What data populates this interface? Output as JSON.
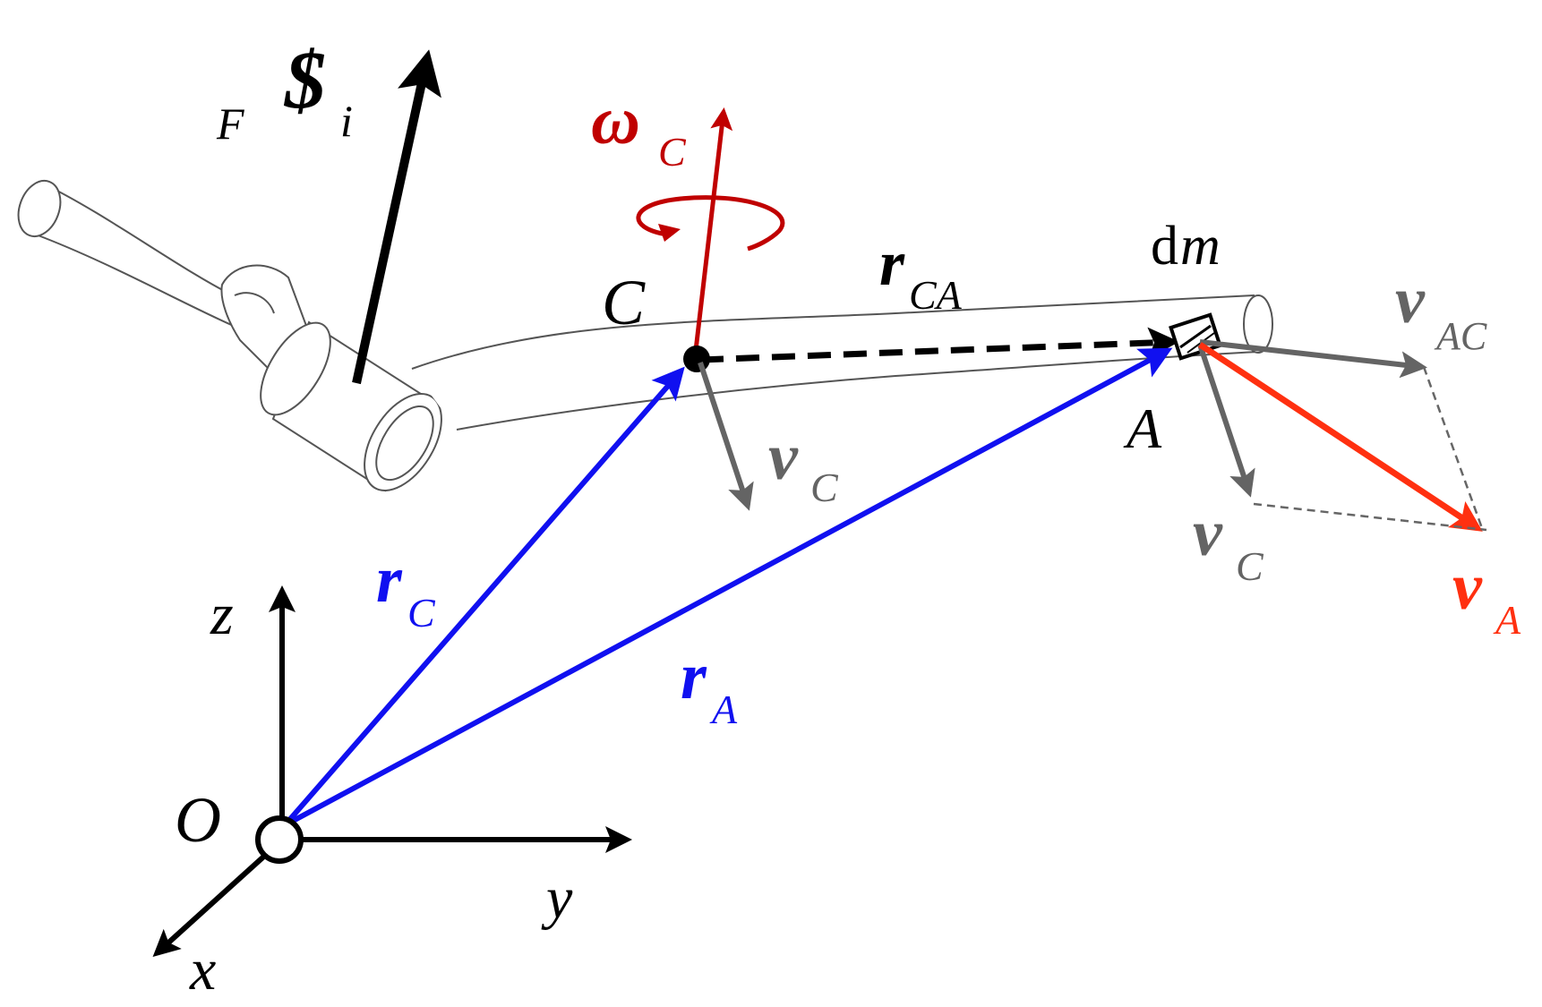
{
  "colors": {
    "black": "#000000",
    "blue": "#1010f0",
    "dark_red": "#c00000",
    "orange_red": "#ff3010",
    "gray": "#646464",
    "outline": "#555555"
  },
  "labels": {
    "screw_prefix": "F",
    "screw_symbol": "$",
    "screw_subscript": "i",
    "omega": "ω",
    "omega_sub": "C",
    "point_c": "C",
    "r_ca": "r",
    "r_ca_sub": "CA",
    "dm_d": "d",
    "dm_m": "m",
    "v_ac": "v",
    "v_ac_sub": "AC",
    "point_a": "A",
    "v_c_left": "v",
    "v_c_left_sub": "C",
    "v_c_right": "v",
    "v_c_right_sub": "C",
    "v_a": "v",
    "v_a_sub": "A",
    "r_c": "r",
    "r_c_sub": "C",
    "r_a": "r",
    "r_a_sub": "A",
    "axis_z": "z",
    "axis_y": "y",
    "axis_x": "x",
    "origin": "O"
  }
}
